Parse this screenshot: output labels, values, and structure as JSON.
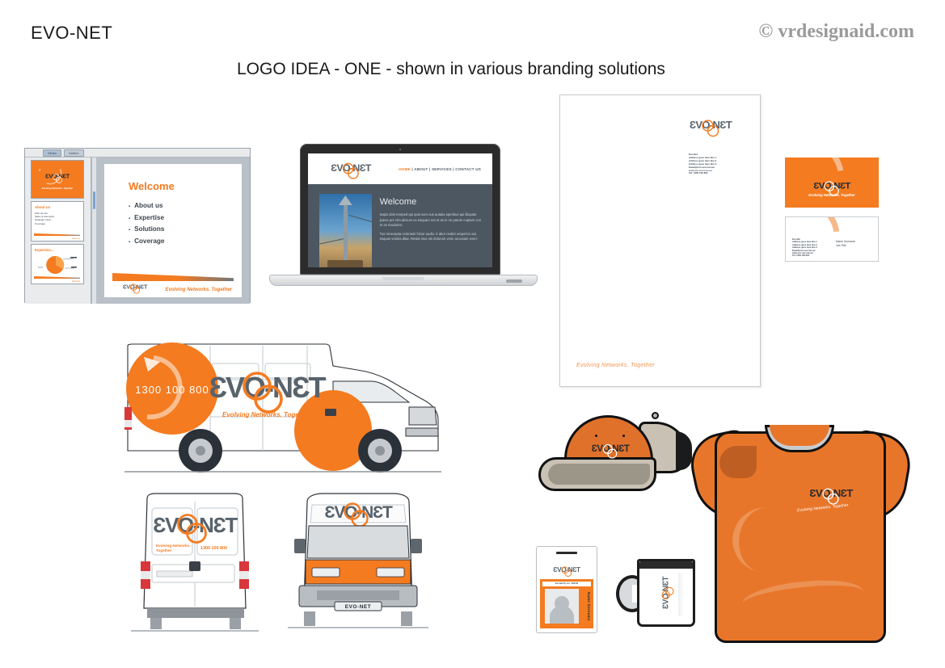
{
  "header": {
    "brand": "EVO-NET",
    "copyright": "© vrdesignaid.com",
    "subtitle": "LOGO IDEA - ONE - shown in various branding solutions"
  },
  "brand": {
    "name": "EVO-NET",
    "logo_left": "ƐVO",
    "logo_right": "NƐT",
    "tagline": "Evolving Networks. Together",
    "phone": "1300 100 800",
    "colors": {
      "orange": "#f47b20",
      "orange_light": "#f7b98a",
      "slate": "#58636c",
      "web_body": "#4c5761",
      "cap_beige": "#c9c2b4",
      "shirt_orange": "#e8762a"
    }
  },
  "presentation": {
    "tabs": [
      {
        "label": "Slides",
        "active": true
      },
      {
        "label": "Outline",
        "active": false
      }
    ],
    "thumbnails": [
      {
        "kind": "title",
        "label": "EVO-NET",
        "tagline": "Evolving Networks. Together"
      },
      {
        "kind": "content",
        "heading": "About us",
        "bullets": [
          "Who we are",
          "Sales & teamwork",
          "Strategic vision",
          "Coverage"
        ]
      },
      {
        "kind": "chart",
        "heading": "Expertise...",
        "chart_label": "Services"
      }
    ],
    "slide": {
      "title": "Welcome",
      "bullets": [
        "About us",
        "Expertise",
        "Solutions",
        "Coverage"
      ],
      "footer_tagline": "Evolving Networks. Together"
    }
  },
  "website": {
    "nav": [
      {
        "label": "HOME",
        "active": true
      },
      {
        "label": "ABOUT",
        "active": false
      },
      {
        "label": "SERVICES",
        "active": false
      },
      {
        "label": "CONTACT US",
        "active": false
      }
    ],
    "nav_separator": " | ",
    "heading": "Welcome",
    "paragraphs": [
      "Sapis dolo temped qui quis sum nus autatia speribus qui illiquias ipiene pre nim alicium ex esquam net et as in ne parum cuptam con re es maximint.",
      "Tus renecepta comniam hiciur audio. It abor restint oreperror aut esquos voloria ditat. Restis inus nis dolorum vene accusam everi-"
    ],
    "photo_alt": "telecommunications tower"
  },
  "letterhead": {
    "address": [
      "Evo-Net",
      "Address goes here line 1",
      "Address goes here line 2",
      "Address goes here line 3",
      "Email@evo-net.com.au",
      "www.evo-net.com.au",
      "Tel: 1300 100 800"
    ],
    "tagline": "Evolving Networks. Together"
  },
  "business_card": {
    "front": {
      "tagline": "Evolving Networks. Together"
    },
    "back": {
      "address": [
        "Evo-Net",
        "Address goes here line 1",
        "Address goes here line 2",
        "Address goes here line 3",
        "Email@evo-net.com.au",
        "www.evo-net.com.au",
        "Tel: 1300 100 800"
      ],
      "name": "Name Surname",
      "job_title": "Job Title"
    }
  },
  "van": {
    "side": {
      "phone": "1300 100 800",
      "tagline": "Evolving Networks. Together"
    },
    "rear": {
      "phone": "1300 100 800",
      "tagline": "Evolving Networks. Together"
    },
    "front": {
      "plate": "EVO-NET"
    }
  },
  "apparel": {
    "cap": {
      "logo": "EVO-NET"
    },
    "shirt": {
      "logo": "EVO-NET",
      "tagline": "Evolving Networks. Together"
    }
  },
  "badge": {
    "strip": "Evo-Net Pty Ltd  ·  Staff ID",
    "name": "Name Surname"
  },
  "mug": {
    "logo": "EVO-NET"
  }
}
